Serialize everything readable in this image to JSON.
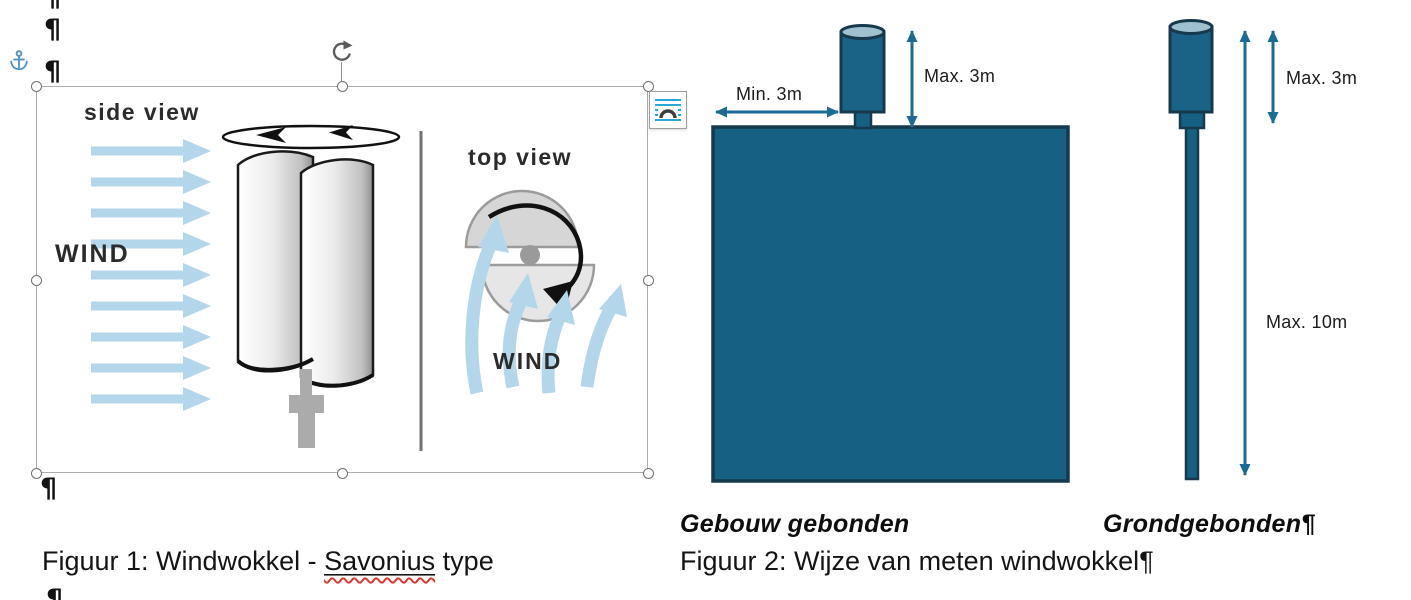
{
  "figure1": {
    "side_view_label": "side view",
    "wind_side_label": "WIND",
    "top_view_label": "top view",
    "wind_top_label": "WIND",
    "caption": {
      "prefix": "Figuur 1: Windwokkel - ",
      "misspelled_word": "Savonius",
      "suffix": " type"
    }
  },
  "figure2": {
    "min_3m_label": "Min. 3m",
    "max_3m_building_label": "Max. 3m",
    "max_3m_ground_label": "Max. 3m",
    "max_10m_label": "Max. 10m",
    "building_type_label": "Gebouw gebonden",
    "ground_type_label": "Grondgebonden",
    "caption": "Figuur 2: Wijze van meten windwokkel"
  },
  "marks": {
    "pilcrow": "¶"
  },
  "icons": {
    "anchor": "anchor-icon",
    "rotate_handle": "rotate-handle-icon",
    "layout_options": "layout-options-icon"
  },
  "colors": {
    "teal_fill": "#156083",
    "teal_stroke": "#16394b",
    "teal_arrow": "#1a6b96",
    "cylinder_top": "#9fc0cf",
    "wind_arrow_blue": "#b3d6eb",
    "squiggle_red": "#d83b2f",
    "anchor_blue": "#4a90c8",
    "selection_gray": "#ababab"
  }
}
